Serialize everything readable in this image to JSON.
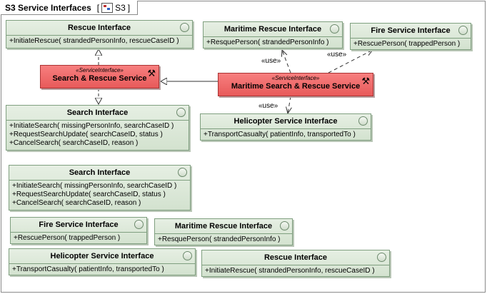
{
  "frame": {
    "title": "S3 Service Interfaces",
    "ref_open": "[",
    "ref_icon": "diagram-icon",
    "ref_name": "S3",
    "ref_close": "]"
  },
  "icons": {
    "service_tool": "tools-icon",
    "interface_circle": "interface-circle-icon"
  },
  "colors": {
    "interface_fill": "#d8e6d4",
    "interface_border": "#7f9f7f",
    "service_fill": "#f06b6b",
    "service_border": "#aa3333"
  },
  "interfaces": {
    "rescue_top": {
      "title": "Rescue Interface",
      "ops": [
        "+InitiateRescue( strandedPersonInfo, rescueCaseID )"
      ]
    },
    "maritime_top": {
      "title": "Maritime Rescue Interface",
      "ops": [
        "+ResquePerson( strandedPersonInfo )"
      ]
    },
    "fire_top": {
      "title": "Fire Service Interface",
      "ops": [
        "+RescuePerson( trappedPerson )"
      ]
    },
    "search_top": {
      "title": "Search Interface",
      "ops": [
        "+InitiateSearch( missingPersonInfo, searchCaseID )",
        "+RequestSearchUpdate( searchCaseID, status )",
        "+CancelSearch( searchCaseID, reason )"
      ]
    },
    "helicopter_top": {
      "title": "Helicopter Service Interface",
      "ops": [
        "+TransportCasualty( patientInfo, transportedTo )"
      ]
    },
    "search_bottom": {
      "title": "Search Interface",
      "ops": [
        "+InitiateSearch( missingPersonInfo, searchCaseID )",
        "+RequestSearchUpdate( searchCaseID, status )",
        "+CancelSearch( searchCaseID, reason )"
      ]
    },
    "fire_bottom": {
      "title": "Fire Service Interface",
      "ops": [
        "+RescuePerson( trappedPerson )"
      ]
    },
    "maritime_bottom": {
      "title": "Maritime Rescue Interface",
      "ops": [
        "+ResquePerson( strandedPersonInfo )"
      ]
    },
    "helicopter_bottom": {
      "title": "Helicopter Service Interface",
      "ops": [
        "+TransportCasualty( patientInfo, transportedTo )"
      ]
    },
    "rescue_bottom": {
      "title": "Rescue Interface",
      "ops": [
        "+InitiateRescue( strandedPersonInfo, rescueCaseID )"
      ]
    }
  },
  "services": {
    "search_rescue": {
      "stereotype": "«ServiceInterface»",
      "name": "Search & Rescue Service"
    },
    "maritime_search_rescue": {
      "stereotype": "«ServiceInterface»",
      "name": "Maritime Search & Rescue Service"
    }
  },
  "relations": {
    "use1": "«use»",
    "use2": "«use»",
    "use3": "«use»"
  }
}
